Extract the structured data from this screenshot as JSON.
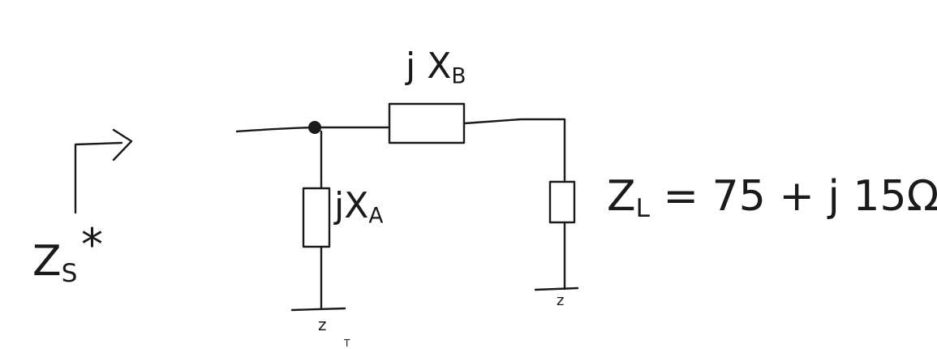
{
  "labels": {
    "zs": "Z",
    "zs_sub": "S",
    "zs_sup": "*",
    "xa_j": "j",
    "xa": "X",
    "xa_sub": "A",
    "xb_j": "j",
    "xb": "X",
    "xb_sub": "B",
    "zl": "Z",
    "zl_sub": "L",
    "zl_value": "= 75 + j 15Ω",
    "ground_a": "z",
    "ground_l": "z",
    "cursor": "T"
  }
}
